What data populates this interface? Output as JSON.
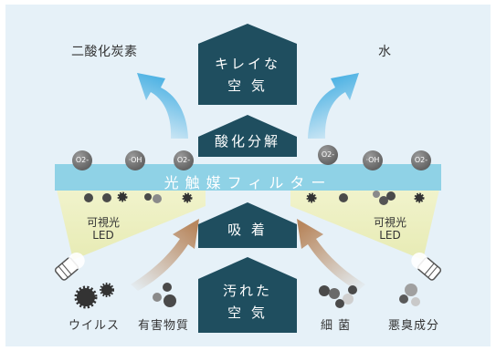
{
  "column": {
    "top_line1": "キレイな",
    "top_line2": "空 気",
    "oxidation": "酸化分解",
    "adsorption": "吸 着",
    "bottom_line1": "汚れた",
    "bottom_line2": "空 気"
  },
  "filter_label": "光触媒フィルター",
  "outputs": {
    "left": "二酸化炭素",
    "right": "水"
  },
  "led": {
    "left_line1": "可視光",
    "left_line2": "LED",
    "right_line1": "可視光",
    "right_line2": "LED"
  },
  "pollutants": [
    "ウイルス",
    "有害物質",
    "細 菌",
    "悪臭成分"
  ],
  "molecules": [
    "O2-",
    "·OH",
    "O2-",
    "O2-",
    "·OH",
    "O2-"
  ],
  "colors": {
    "background": "#e6f1f8",
    "column": "#1f4e5f",
    "filter": "#8fd2e6",
    "led_light": "#eef1c7",
    "arrow_blue": "#4bb1e3",
    "arrow_brown": "#b8875e"
  }
}
